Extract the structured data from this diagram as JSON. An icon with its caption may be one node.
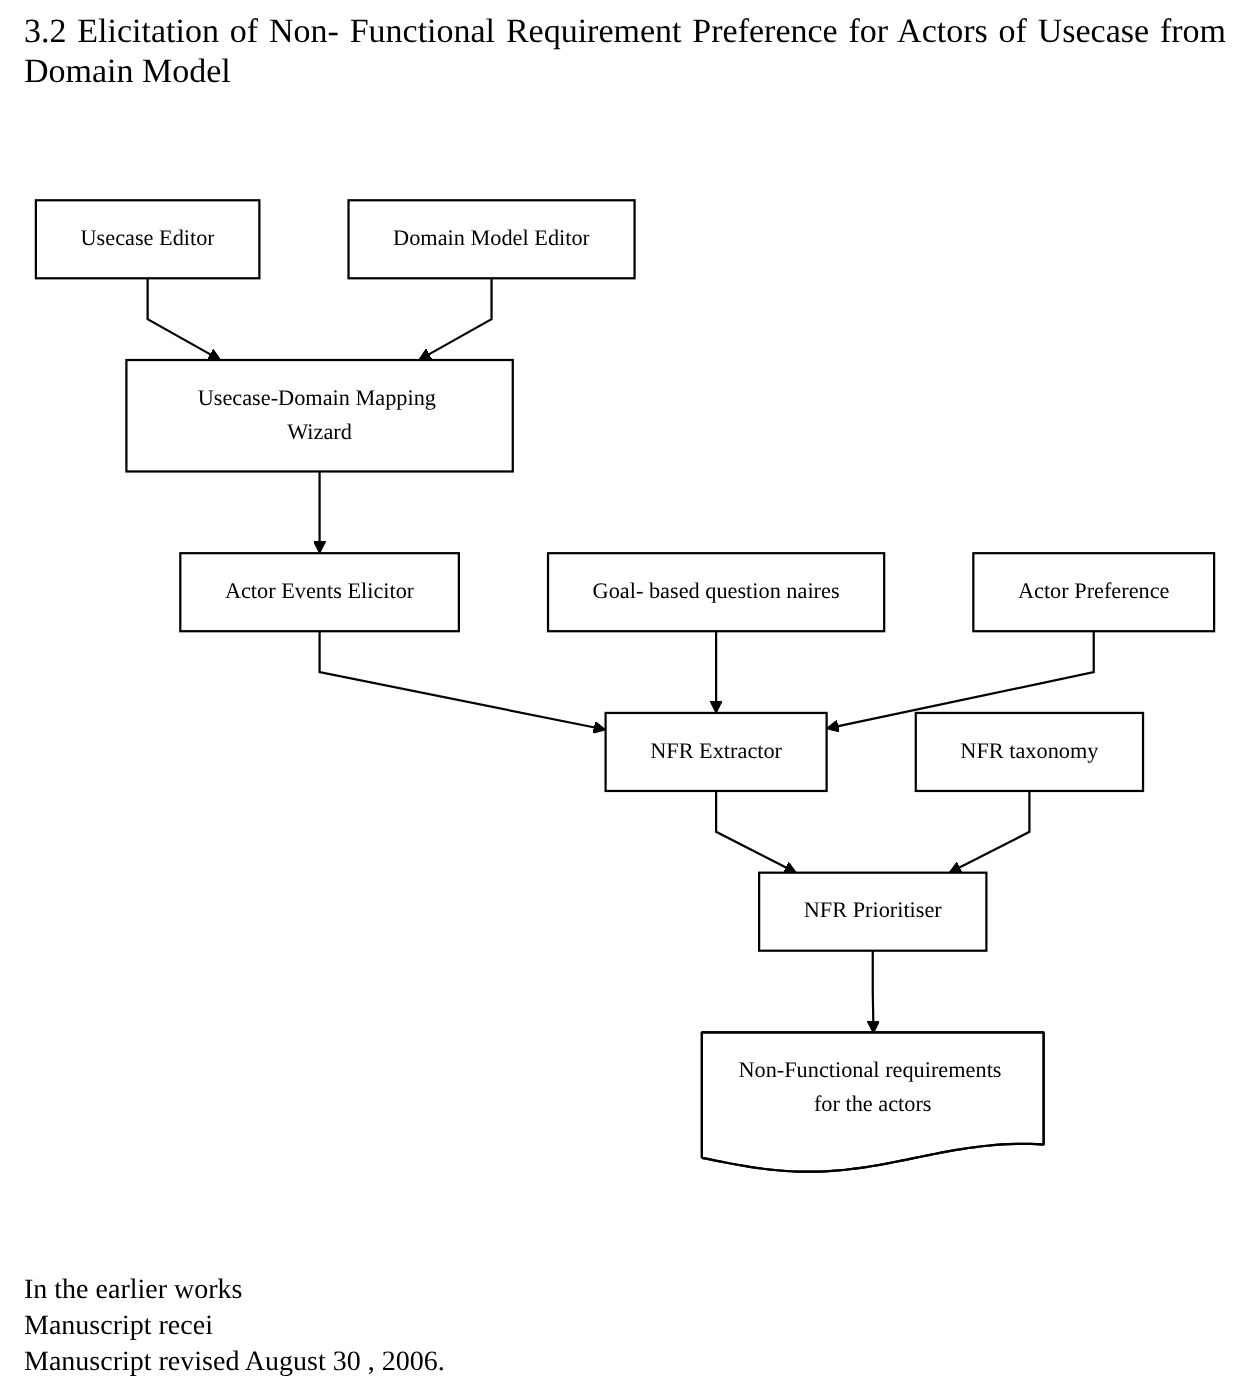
{
  "diagram": {
    "title": "3.2 Elicitation of Non- Functional Requirement Preference for Actors of Usecase from Domain Model",
    "nodes": [
      {
        "text": [
          "Usecase Editor"
        ]
      },
      {
        "text": [
          "Domain Model Editor"
        ]
      },
      {
        "text": [
          "Usecase-Domain Mapping Wizard"
        ]
      },
      {
        "text": [
          "Actor Events Elicitor"
        ]
      },
      {
        "text": [
          "Goal- based question naires"
        ]
      },
      {
        "text": [
          "NFR Extractor"
        ]
      },
      {
        "text": [
          "Actor Preference"
        ]
      },
      {
        "text": [
          "NFR Prioritiser"
        ]
      },
      {
        "text": [
          "NFR taxonomy"
        ]
      },
      {
        "text": [
          "Non-Functional requirements for the actors"
        ]
      }
    ],
    "edges": [
      {
        "from": 0,
        "to": 2,
        "arrow": "to"
      },
      {
        "from": 1,
        "to": 2,
        "arrow": "to"
      },
      {
        "from": 2,
        "to": 3,
        "arrow": "to"
      },
      {
        "from": 3,
        "to": 5,
        "arrow": "to"
      },
      {
        "from": 4,
        "to": 5,
        "arrow": "to"
      },
      {
        "from": 6,
        "to": 5,
        "arrow": "to"
      },
      {
        "from": 5,
        "to": 7,
        "arrow": "to"
      },
      {
        "from": 8,
        "to": 7,
        "arrow": "to"
      },
      {
        "from": 7,
        "to": 9,
        "arrow": "to"
      }
    ],
    "labels": [
      "In the earlier works",
      "Manuscript recei",
      "Manuscript revised August 30 , 2006."
    ]
  }
}
